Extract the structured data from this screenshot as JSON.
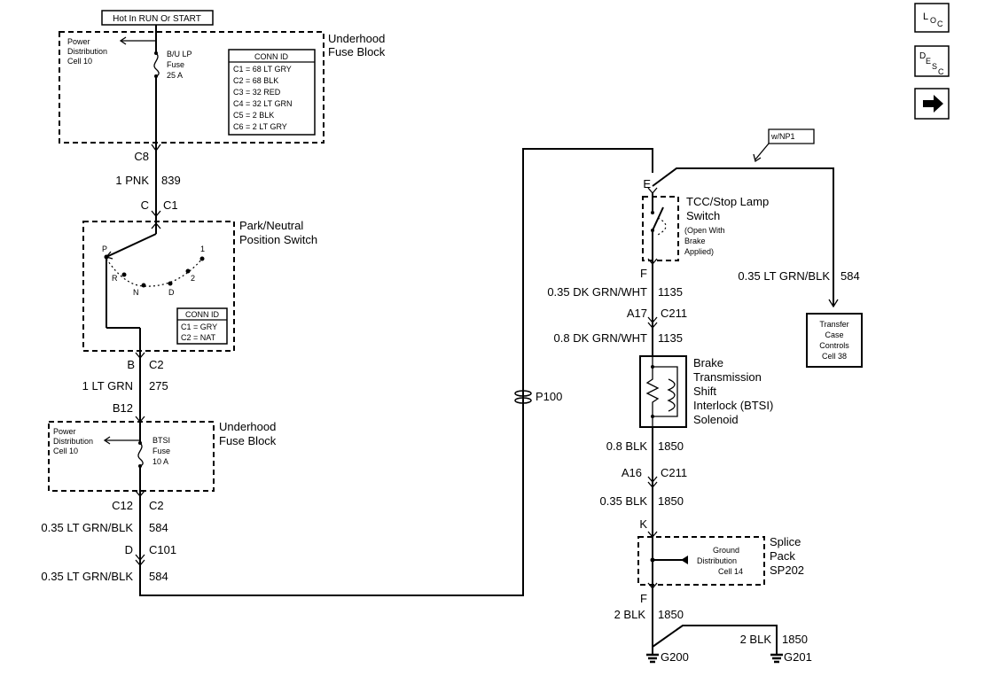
{
  "header": {
    "hot_label": "Hot In RUN Or START"
  },
  "nav": {
    "loc": {
      "main": "L",
      "sub1": "O",
      "sub2": "C"
    },
    "desc": {
      "main": "D",
      "sub1": "E",
      "sub2": "S",
      "sub3": "C"
    }
  },
  "fuse_block_top": {
    "title1": "Underhood",
    "title2": "Fuse Block",
    "pd1": "Power",
    "pd2": "Distribution",
    "pd3": "Cell 10",
    "fuse1": "B/U LP",
    "fuse2": "Fuse",
    "fuse3": "25 A",
    "conn_title": "CONN ID",
    "conn": [
      "C1 = 68 LT GRY",
      "C2 = 68 BLK",
      "C3 = 32 RED",
      "C4 = 32 LT GRN",
      "C5 = 2 BLK",
      "C6 = 2 LT GRY"
    ]
  },
  "wire_top": {
    "conn_a": "C8",
    "gauge": "1 PNK",
    "circuit": "839",
    "conn_c": "C",
    "conn_c1": "C1"
  },
  "pn_switch": {
    "title1": "Park/Neutral",
    "title2": "Position Switch",
    "pos_p": "P",
    "pos_r": "R",
    "pos_n": "N",
    "pos_d": "D",
    "pos_2": "2",
    "pos_1": "1",
    "conn_title": "CONN ID",
    "conn": [
      "C1 = GRY",
      "C2 = NAT"
    ]
  },
  "wire_mid": {
    "b": "B",
    "c2": "C2",
    "gauge": "1 LT GRN",
    "circuit": "275",
    "b12": "B12"
  },
  "fuse_block_bottom": {
    "title1": "Underhood",
    "title2": "Fuse Block",
    "pd1": "Power",
    "pd2": "Distribution",
    "pd3": "Cell 10",
    "fuse1": "BTSI",
    "fuse2": "Fuse",
    "fuse3": "10 A"
  },
  "wire_low": {
    "c12": "C12",
    "c2": "C2",
    "gauge1": "0.35 LT GRN/BLK",
    "circuit1": "584",
    "d": "D",
    "c101": "C101",
    "gauge2": "0.35 LT GRN/BLK",
    "circuit2": "584"
  },
  "p100": "P100",
  "tcc": {
    "wnp1": "w/NP1",
    "e": "E",
    "title1": "TCC/Stop Lamp",
    "title2": "Switch",
    "note1": "(Open With",
    "note2": "Brake",
    "note3": "Applied)",
    "f": "F"
  },
  "right_wire": {
    "gauge1": "0.35 DK GRN/WHT",
    "circuit1": "1135",
    "a17": "A17",
    "c211": "C211",
    "gauge2": "0.8 DK GRN/WHT",
    "circuit2": "1135"
  },
  "btsi": {
    "line1": "Brake",
    "line2": "Transmission",
    "line3": "Shift",
    "line4": "Interlock (BTSI)",
    "line5": "Solenoid"
  },
  "lower_right": {
    "gauge1": "0.8 BLK",
    "circuit1": "1850",
    "a16": "A16",
    "c211": "C211",
    "gauge2": "0.35 BLK",
    "circuit2": "1850",
    "k": "K"
  },
  "splice": {
    "title1": "Splice",
    "title2": "Pack",
    "title3": "SP202",
    "gd1": "Ground",
    "gd2": "Distribution",
    "gd3": "Cell 14",
    "f": "F"
  },
  "ground": {
    "gauge1": "2 BLK",
    "circuit1": "1850",
    "gauge2": "2 BLK",
    "circuit2": "1850",
    "g200": "G200",
    "g201": "G201"
  },
  "transfer": {
    "gauge": "0.35 LT GRN/BLK",
    "circuit": "584",
    "line1": "Transfer",
    "line2": "Case",
    "line3": "Controls",
    "line4": "Cell 38"
  }
}
